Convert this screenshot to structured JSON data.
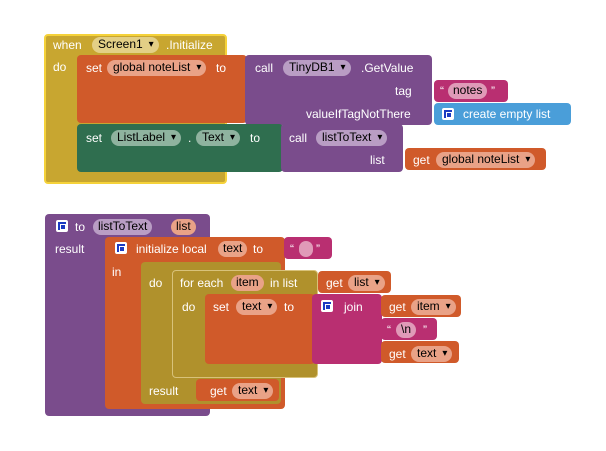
{
  "event_block": {
    "when": "when",
    "component": "Screen1",
    "event": ".Initialize",
    "do": "do",
    "colors": {
      "event": "#c8a630",
      "event_border": "#f5d23a",
      "set_var": "#d05a2a",
      "call": "#7a4c8c",
      "text": "#b92f71",
      "list": "#4a9ed9",
      "setter": "#2f6e4f"
    }
  },
  "set_global": {
    "set": "set",
    "variable": "global noteList",
    "to": "to"
  },
  "tinydb_call": {
    "call": "call",
    "component": "TinyDB1",
    "method": ".GetValue",
    "tag_label": "tag",
    "value_if_tag_label": "valueIfTagNotThere"
  },
  "notes_text": {
    "open_quote": "“",
    "value": "notes",
    "close_quote": "”"
  },
  "empty_list": {
    "label": "create empty list"
  },
  "set_listlabel": {
    "set": "set",
    "component": "ListLabel",
    "dot": ".",
    "property": "Text",
    "to": "to"
  },
  "call_listtotext": {
    "call": "call",
    "procedure": "listToText",
    "list_label": "list"
  },
  "get_global": {
    "get": "get",
    "variable": "global noteList"
  },
  "procedure": {
    "to": "to",
    "name": "listToText",
    "param": "list",
    "result": "result",
    "init_local": "initialize local",
    "local_var": "text",
    "to2": "to",
    "empty_open_quote": "“",
    "empty_close_quote": "”",
    "in": "in",
    "do": "do",
    "for_each": "for each",
    "item_var": "item",
    "in_list": "in list",
    "get_list_get": "get",
    "get_list_var": "list",
    "do2": "do",
    "set": "set",
    "set_var": "text",
    "set_to": "to",
    "join": "join",
    "get_item_get": "get",
    "get_item_var": "item",
    "newline_open": "“",
    "newline_value": "\\n",
    "newline_close": "”",
    "get_text_get": "get",
    "get_text_var": "text",
    "result2": "result",
    "get_result_get": "get",
    "get_result_var": "text",
    "colors": {
      "procedure": "#7a4c8c",
      "local": "#d05a2a",
      "control": "#b0912c",
      "text": "#b92f71"
    }
  }
}
